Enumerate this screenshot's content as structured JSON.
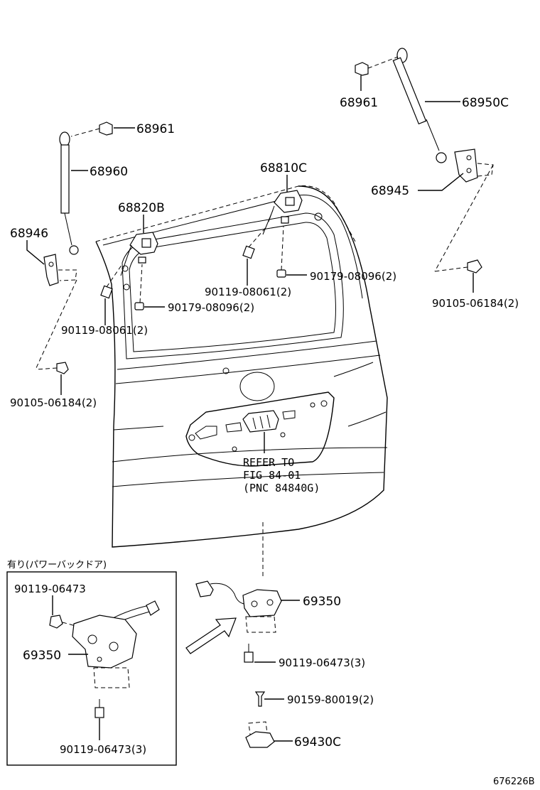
{
  "labels": {
    "p68961_right": "68961",
    "p68950c": "68950C",
    "p68961_left": "68961",
    "p68960": "68960",
    "p68810c": "68810C",
    "p68945": "68945",
    "p68820b": "68820B",
    "p68946": "68946",
    "p90179_right": "90179-08096(2)",
    "p90119_right": "90119-08061(2)",
    "p90105_right": "90105-06184(2)",
    "p90179_left": "90179-08096(2)",
    "p90119_left": "90119-08061(2)",
    "p90105_left": "90105-06184(2)",
    "refer_line1": "REFER TO",
    "refer_line2": "FIG 84-01",
    "refer_line3": "(PNC 84840G)",
    "inset_title": "有り(パワーバックドア)",
    "inset_90119_top": "90119-06473",
    "inset_69350": "69350",
    "inset_90119_bottom": "90119-06473(3)",
    "p69350": "69350",
    "p90119_lock": "90119-06473(3)",
    "p90159": "90159-80019(2)",
    "p69430c": "69430C",
    "figure_id": "676226B"
  }
}
